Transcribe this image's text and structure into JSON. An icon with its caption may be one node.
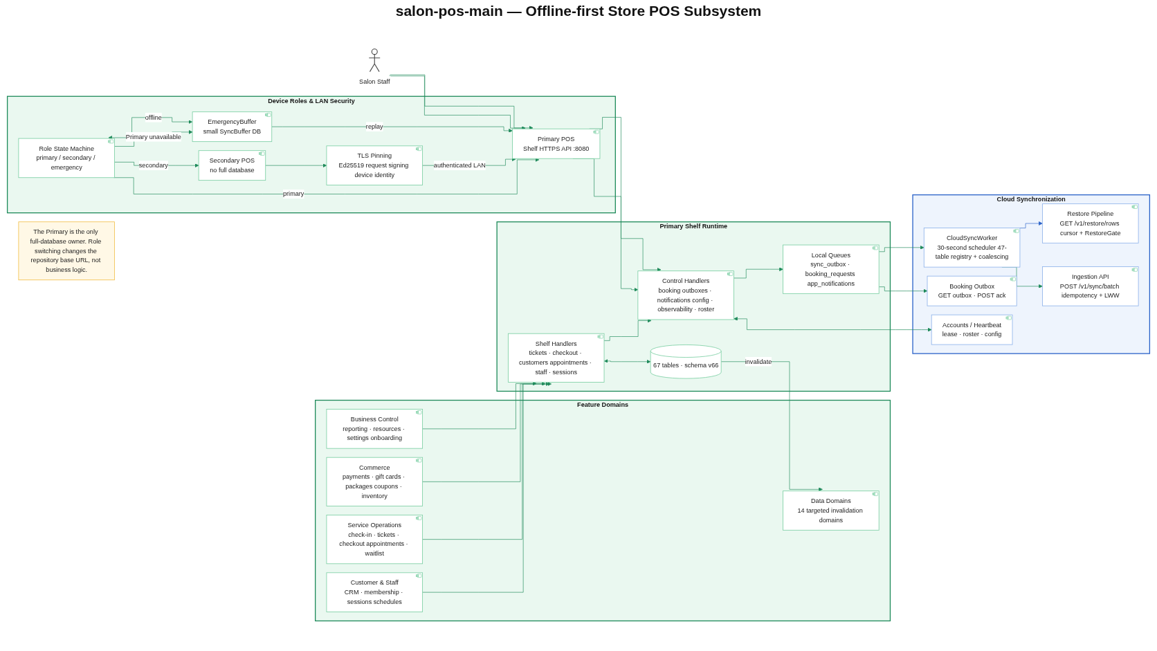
{
  "diagram": {
    "title": "salon-pos-main — Offline-first Store POS Subsystem",
    "nodes": [
      {
        "text": [
          "The Primary is the only full-database owner. Role switching changes the repository base URL, not business logic."
        ]
      },
      {
        "text": [
          "Feature Domains"
        ]
      },
      {
        "text": [
          "Data Domains",
          "14 targeted invalidation domains"
        ],
        "in": 1
      },
      {
        "text": [
          "Customer & Staff",
          "CRM · membership · sessions schedules"
        ],
        "in": 1
      },
      {
        "text": [
          "Service Operations",
          "check-in · tickets · checkout appointments · waitlist"
        ],
        "in": 1
      },
      {
        "text": [
          "Commerce",
          "payments · gift cards · packages coupons · inventory"
        ],
        "in": 1
      },
      {
        "text": [
          "Business Control",
          "reporting · resources · settings onboarding"
        ],
        "in": 1
      },
      {
        "text": [
          "Primary Shelf Runtime"
        ]
      },
      {
        "text": [
          "Shelf Handlers",
          "tickets · checkout · customers appointments · staff · sessions"
        ],
        "in": 7
      },
      {
        "text": [
          "67 tables · schema v66"
        ],
        "in": 7
      },
      {
        "text": [
          "Control Handlers",
          "booking outboxes · notifications config · observability · roster"
        ],
        "in": 7
      },
      {
        "text": [
          "Local Queues",
          "sync_outbox · booking_requests app_notifications"
        ],
        "in": 7
      },
      {
        "text": [
          "Cloud Synchronization"
        ]
      },
      {
        "text": [
          "Restore Pipeline",
          "GET /v1/restore/rows cursor + RestoreGate"
        ],
        "in": 12
      },
      {
        "text": [
          "CloudSyncWorker",
          "30-second scheduler 47-table registry + coalescing"
        ],
        "in": 12
      },
      {
        "text": [
          "Booking Outbox",
          "GET outbox · POST ack"
        ],
        "in": 12
      },
      {
        "text": [
          "Ingestion API",
          "POST /v1/sync/batch idempotency + LWW"
        ],
        "in": 12
      },
      {
        "text": [
          "Accounts / Heartbeat",
          "lease · roster · config"
        ],
        "in": 12
      },
      {
        "text": [
          "Device Roles & LAN Security"
        ]
      },
      {
        "text": [
          "Role State Machine",
          "primary / secondary / emergency"
        ],
        "in": 18
      },
      {
        "text": [
          "Secondary POS",
          "no full database"
        ],
        "in": 18
      },
      {
        "text": [
          "TLS Pinning",
          "Ed25519 request signing device identity"
        ],
        "in": 18
      },
      {
        "text": [
          "Primary POS",
          "Shelf HTTPS API :8080"
        ],
        "in": 18
      },
      {
        "text": [
          "EmergencyBuffer",
          "small SyncBuffer DB"
        ],
        "in": 18
      },
      {
        "text": [
          "Salon Staff"
        ]
      }
    ],
    "edges": [
      {
        "from": 9,
        "to": 2,
        "arrow": "to",
        "label": "invalidate"
      },
      {
        "from": 3,
        "to": 8,
        "arrow": "to"
      },
      {
        "from": 4,
        "to": 8,
        "arrow": "to"
      },
      {
        "from": 5,
        "to": 8,
        "arrow": "to"
      },
      {
        "from": 6,
        "to": 8,
        "arrow": "to"
      },
      {
        "from": 8,
        "to": 9,
        "arrow": "both"
      },
      {
        "from": 8,
        "to": 10,
        "arrow": "to"
      },
      {
        "from": 10,
        "to": 11,
        "arrow": "to"
      },
      {
        "from": 11,
        "to": 14,
        "arrow": "to"
      },
      {
        "from": 11,
        "to": 15,
        "arrow": "to"
      },
      {
        "from": 14,
        "to": 13,
        "arrow": "to",
        "color": "#2a62c9"
      },
      {
        "from": 14,
        "to": 16,
        "arrow": "to"
      },
      {
        "from": 10,
        "to": 17,
        "arrow": "both"
      },
      {
        "from": 22,
        "to": 10,
        "arrow": "to"
      },
      {
        "from": 22,
        "to": 10,
        "arrow": "to"
      },
      {
        "from": 19,
        "to": 22,
        "arrow": "to",
        "label": "primary"
      },
      {
        "from": 19,
        "to": 20,
        "arrow": "to",
        "label": "secondary"
      },
      {
        "from": 20,
        "to": 21,
        "arrow": "to"
      },
      {
        "from": 21,
        "to": 22,
        "arrow": "to",
        "label": "authenticated LAN"
      },
      {
        "from": 19,
        "to": 23,
        "arrow": "to",
        "label": "Primary unavailable"
      },
      {
        "from": 23,
        "to": 19,
        "arrow": "both",
        "label": "offline"
      },
      {
        "from": 23,
        "to": 22,
        "arrow": "to",
        "label": "replay"
      },
      {
        "from": 24,
        "to": 22,
        "arrow": "to"
      },
      {
        "from": 24,
        "to": 22,
        "arrow": "to"
      }
    ]
  }
}
